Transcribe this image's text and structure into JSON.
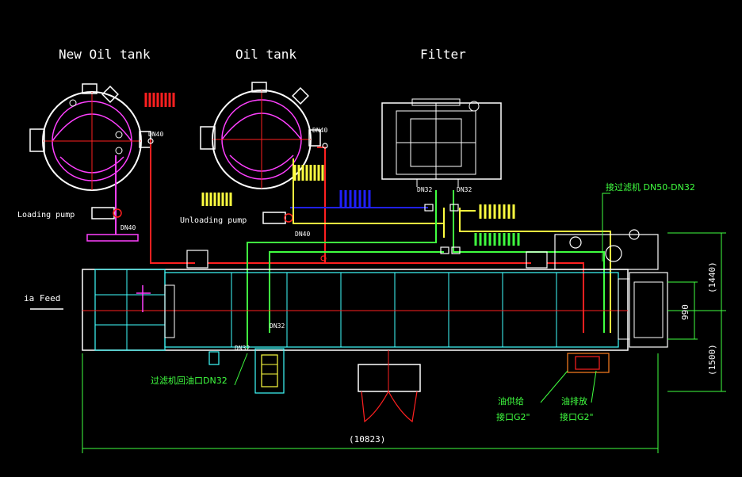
{
  "labels": {
    "new_oil_tank": "New Oil tank",
    "oil_tank": "Oil tank",
    "filter": "Filter",
    "loading_pump": "Loading pump",
    "unloading_pump": "Unloading pump",
    "feed": "ia Feed",
    "dn40_a": "DN40",
    "dn40_b": "DN40",
    "dn40_c": "DN40",
    "dn40_d": "DN40",
    "dn32_filter_left": "DN32",
    "dn32_filter_right": "DN32",
    "dn32_mid": "DN32",
    "dn32_low": "DN32",
    "filter_connection": "接过滤机 DN50-DN32",
    "filter_return": "过滤机回油口DN32",
    "oil_supply_1": "油供给",
    "oil_supply_2": "接口G2\"",
    "oil_drain_1": "油排放",
    "oil_drain_2": "接口G2\"",
    "dim_1440": "(1440)",
    "dim_990": "990",
    "dim_1500": "(1500)",
    "dim_10823": "(10823)"
  },
  "colors": {
    "red": "#ff2020",
    "yellow": "#ffff40",
    "green": "#40ff40",
    "blue": "#2020ff",
    "cyan": "#40ffff",
    "magenta": "#ff40ff",
    "white": "#ffffff",
    "label_green": "#40ff40"
  }
}
